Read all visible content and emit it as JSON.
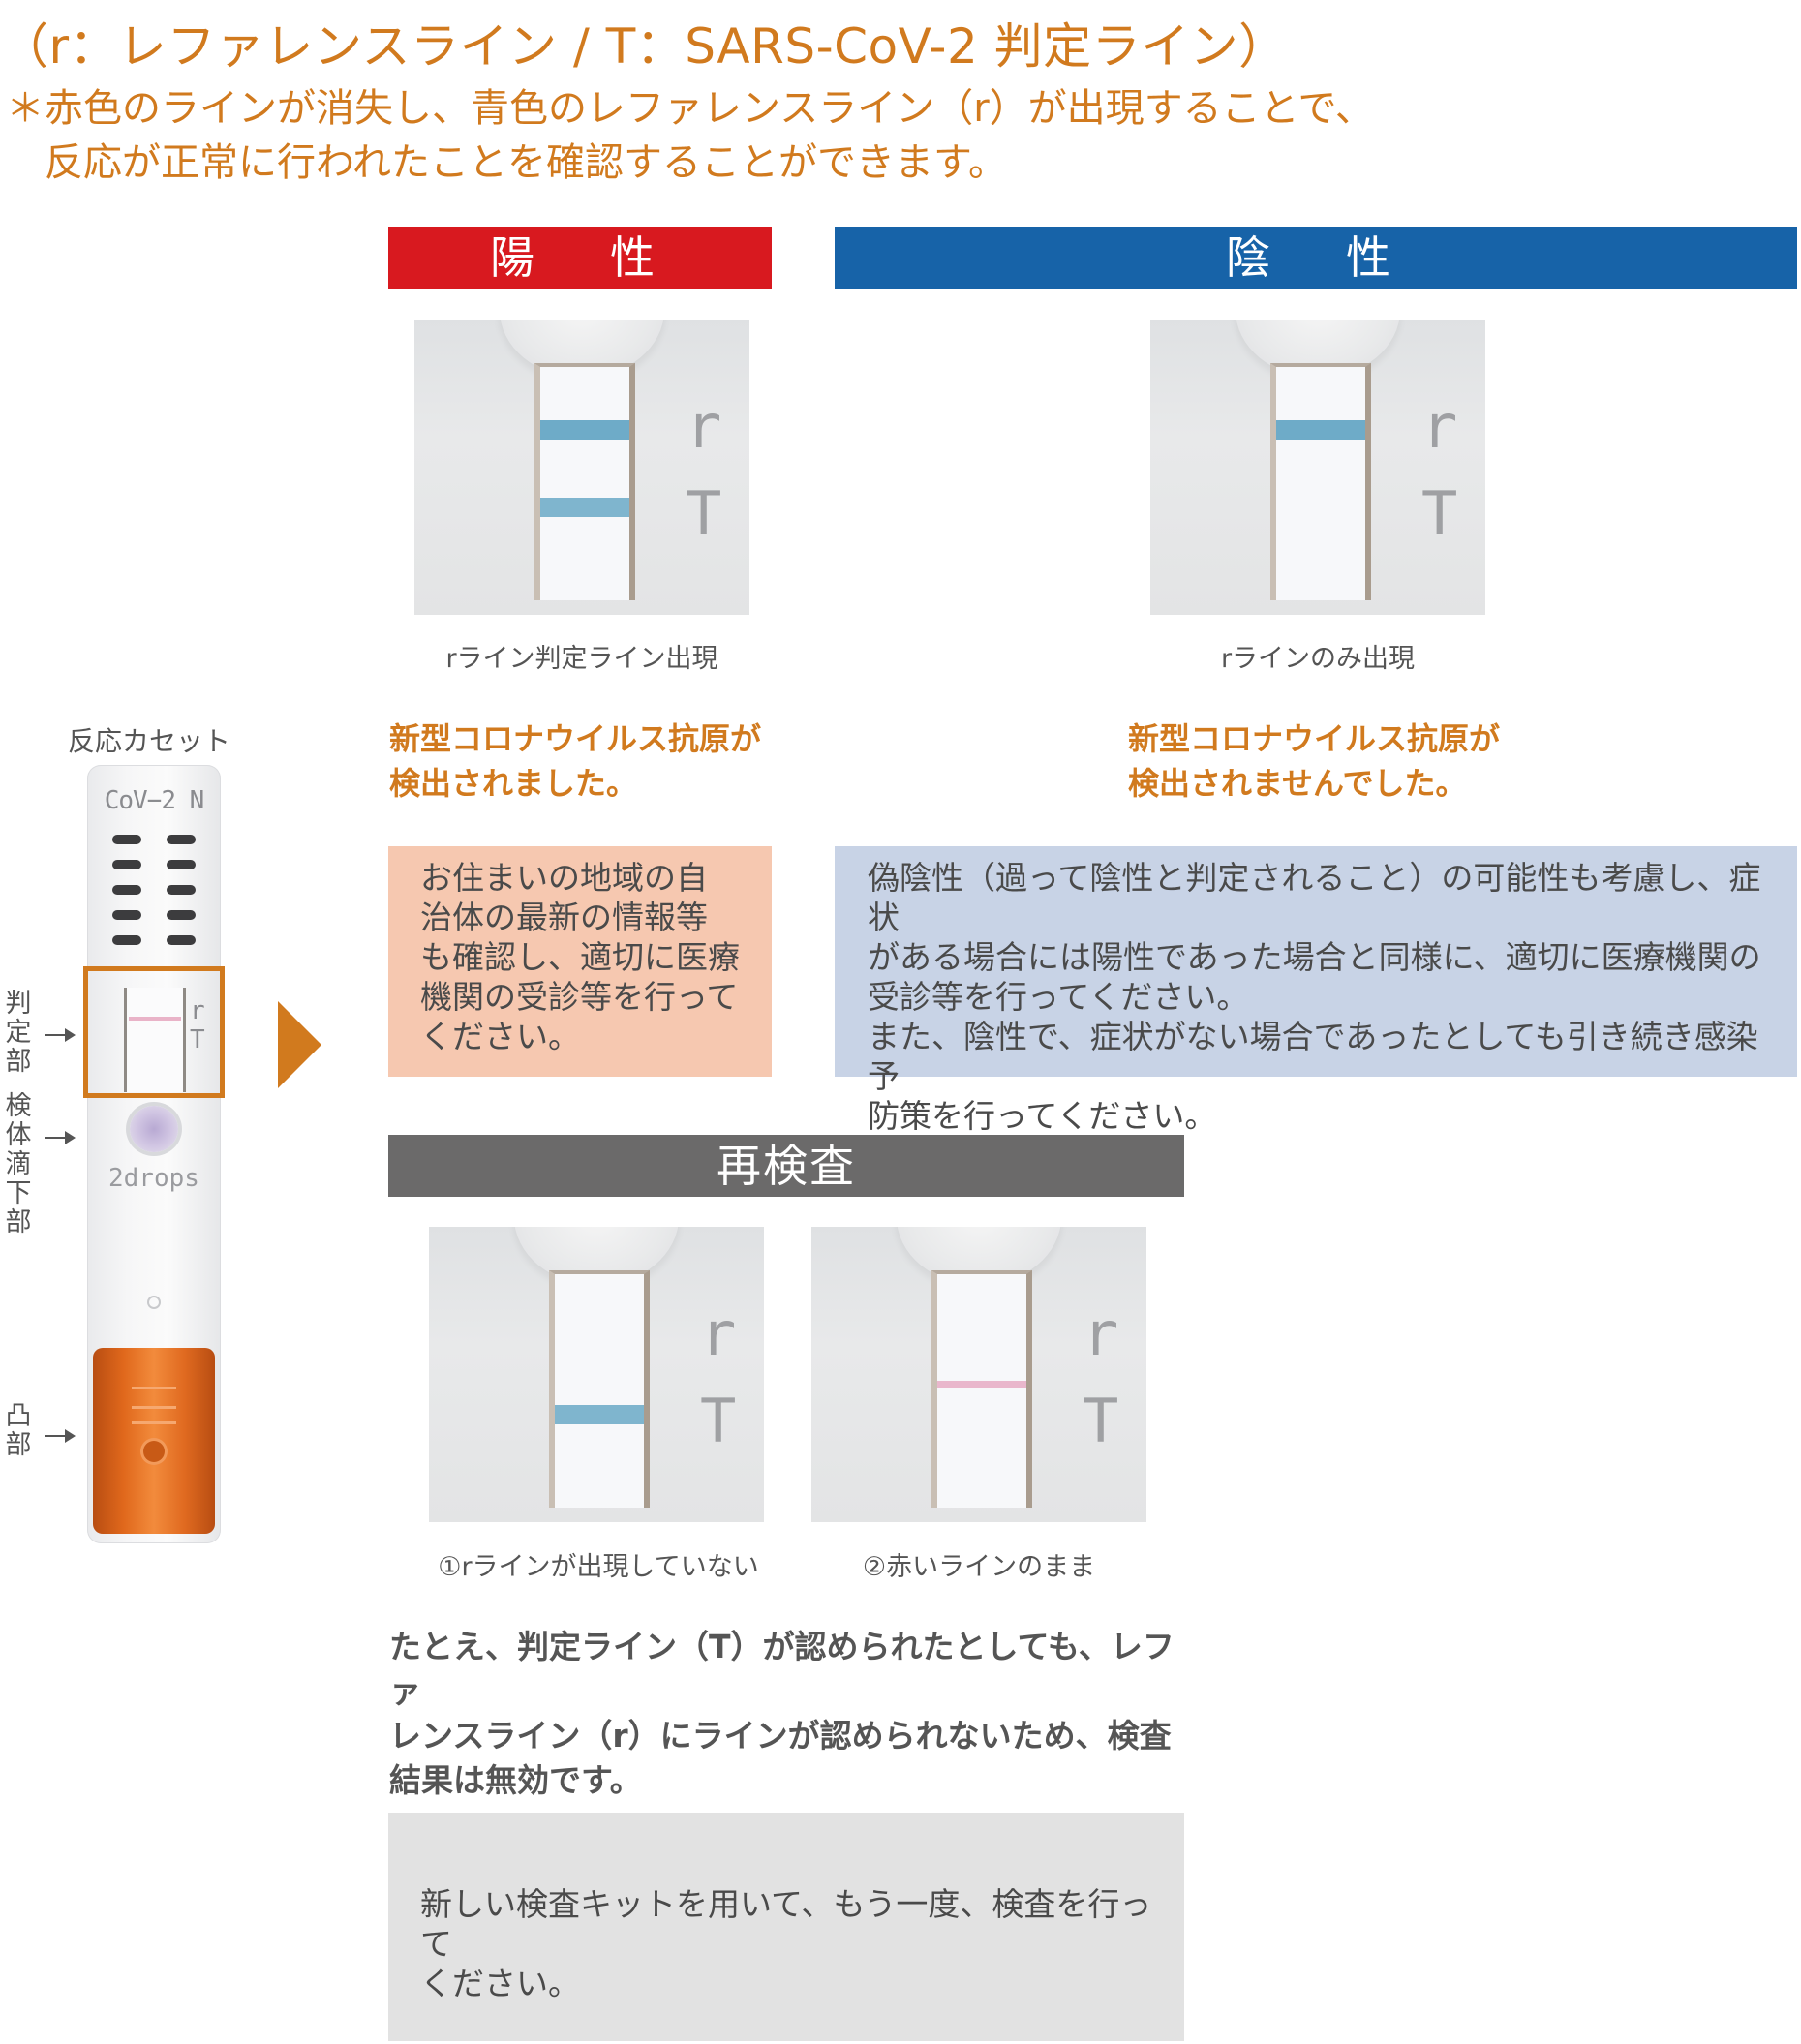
{
  "legend": "（r：レファレンスライン / T：SARS-CoV-2 判定ライン）",
  "note": {
    "line1": "＊赤色のラインが消失し、青色のレファレンスライン（r）が出現することで、",
    "line2": "反応が正常に行われたことを確認することができます。"
  },
  "sections": {
    "positive": "陽　性",
    "negative": "陰　性",
    "retest": "再検査"
  },
  "photo_labels": {
    "r": "r",
    "t": "T"
  },
  "captions": {
    "positive": "rライン判定ライン出現",
    "negative": "rラインのみ出現",
    "retest1": "①rラインが出現していない",
    "retest2": "②赤いラインのまま"
  },
  "headlines": {
    "positive": [
      "新型コロナウイルス抗原が",
      "検出されました。"
    ],
    "negative": [
      "新型コロナウイルス抗原が",
      "検出されませんでした。"
    ]
  },
  "boxes": {
    "positive": [
      "お住まいの地域の自",
      "治体の最新の情報等",
      "も確認し、適切に医療",
      "機関の受診等を行って",
      "ください。"
    ],
    "negative": [
      "偽陰性（過って陰性と判定されること）の可能性も考慮し、症状",
      "がある場合には陽性であった場合と同様に、適切に医療機関の",
      "受診等を行ってください。",
      "また、陰性で、症状がない場合であったとしても引き続き感染予",
      "防策を行ってください。"
    ],
    "retest": [
      "新しい検査キットを用いて、もう一度、検査を行って",
      "ください。"
    ]
  },
  "retest_explanation": [
    "たとえ、判定ライン（T）が認められたとしても、レファ",
    "レンスライン（r）にラインが認められないため、検査",
    "結果は無効です。"
  ],
  "cassette": {
    "title": "反応カセット",
    "brand": "CoV−2 N",
    "r": "r",
    "t": "T",
    "drops": "2drops",
    "labels": {
      "judgment": "判定部",
      "sample": "検体滴下部",
      "protrusion": "凸部"
    }
  },
  "colors": {
    "accent_orange": "#d17a1e",
    "positive_red": "#d8191f",
    "negative_blue": "#1763a8",
    "retest_gray": "#6b6a6a",
    "positive_box": "#f6c8b0",
    "negative_box": "#c8d3e6",
    "retest_box": "#e2e2e2"
  }
}
